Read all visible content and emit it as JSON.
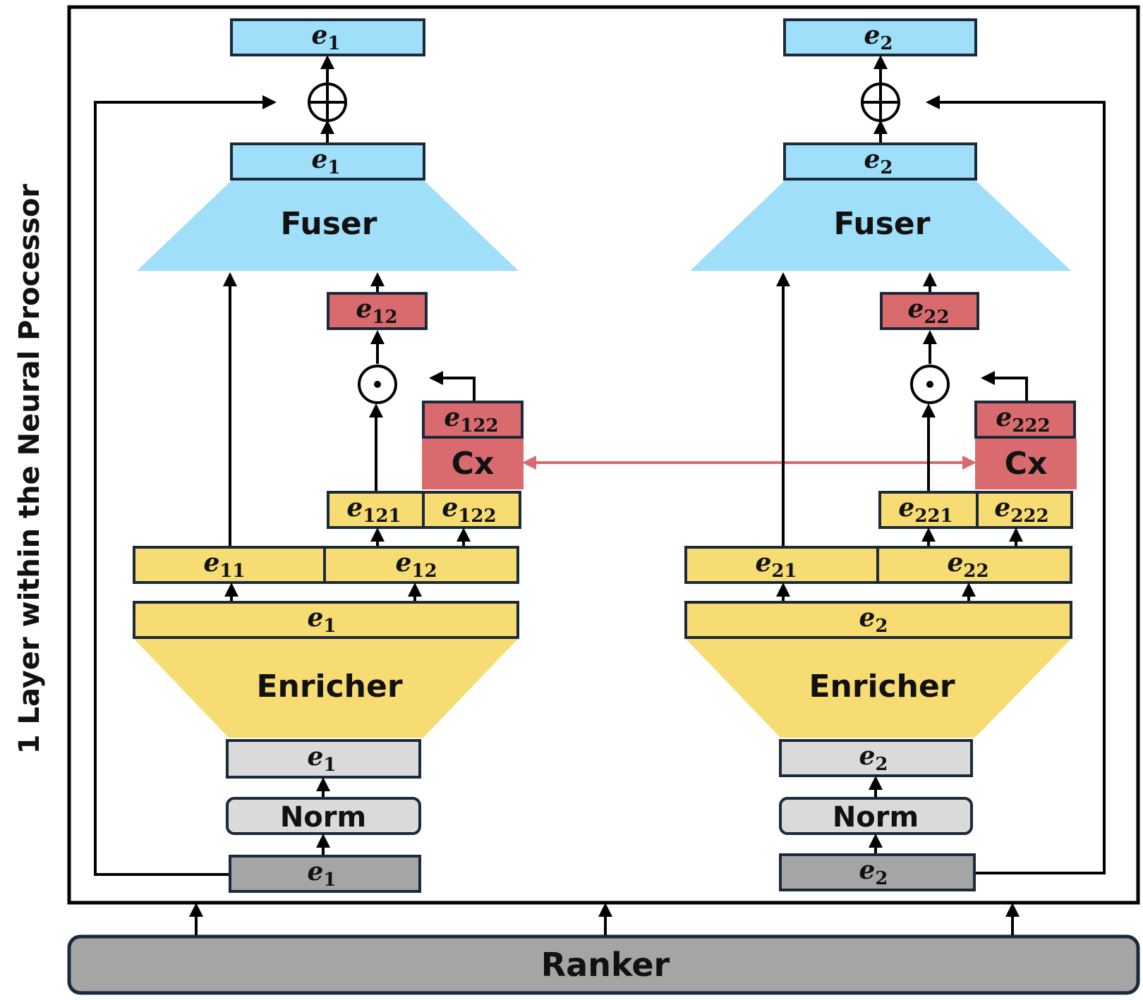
{
  "side_label": "1 Layer within the Neural Processor",
  "ranker_label": "Ranker",
  "fuser_label": "Fuser",
  "enricher_label": "Enricher",
  "norm_label": "Norm",
  "cx_label": "Cx",
  "var_letter": "e",
  "branches": [
    {
      "id": "left",
      "top_out": "1",
      "fuser_out": "1",
      "gate_out": "12",
      "cx_out": "122",
      "split_a": "121",
      "split_b": "122",
      "enrich_a": "11",
      "enrich_b": "12",
      "enrich_out": "1",
      "norm_out": "1",
      "input": "1"
    },
    {
      "id": "right",
      "top_out": "2",
      "fuser_out": "2",
      "gate_out": "22",
      "cx_out": "222",
      "split_a": "221",
      "split_b": "222",
      "enrich_a": "21",
      "enrich_b": "22",
      "enrich_out": "2",
      "norm_out": "2",
      "input": "2"
    }
  ],
  "colors": {
    "blue": "#9fdffa",
    "yellow": "#f6dc72",
    "red": "#d96b6e",
    "light_gray": "#dadada",
    "dark_gray": "#a5a5a5",
    "link": "#d96b6e"
  }
}
